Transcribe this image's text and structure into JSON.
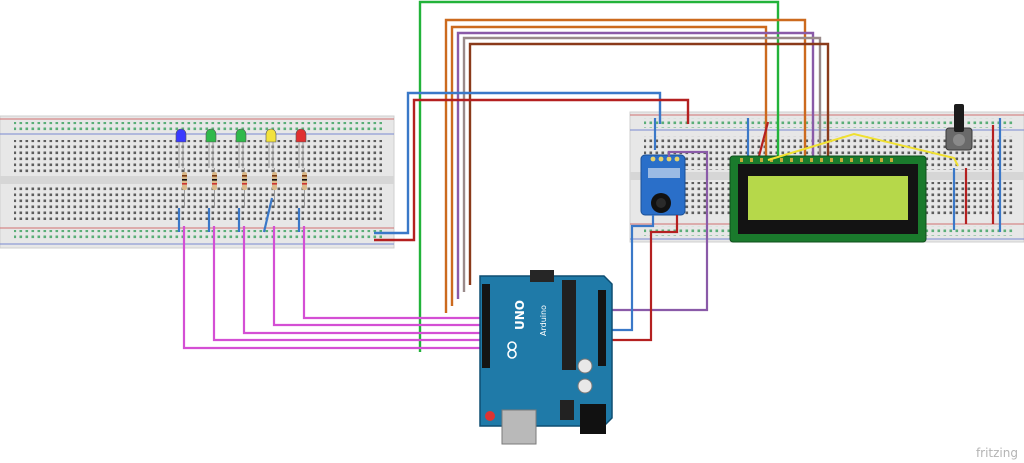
{
  "app": {
    "brand": "fritzing"
  },
  "arduino": {
    "model": "UNO",
    "maker": "Arduino"
  },
  "led_colors": [
    "#3a3aff",
    "#2fb84a",
    "#2fb84a",
    "#f2e23c",
    "#e03030"
  ],
  "colors": {
    "wire_magenta": "#d44fd4",
    "wire_green": "#22b33a",
    "wire_orange": "#cc6a1e",
    "wire_purple": "#8a5aa8",
    "wire_brown": "#8a3a1a",
    "wire_blue": "#3a78c8",
    "wire_red": "#b42020",
    "wire_yellow": "#f0e030",
    "lcd_screen": "#b6d84a",
    "board_blue": "#1f7aa8"
  }
}
